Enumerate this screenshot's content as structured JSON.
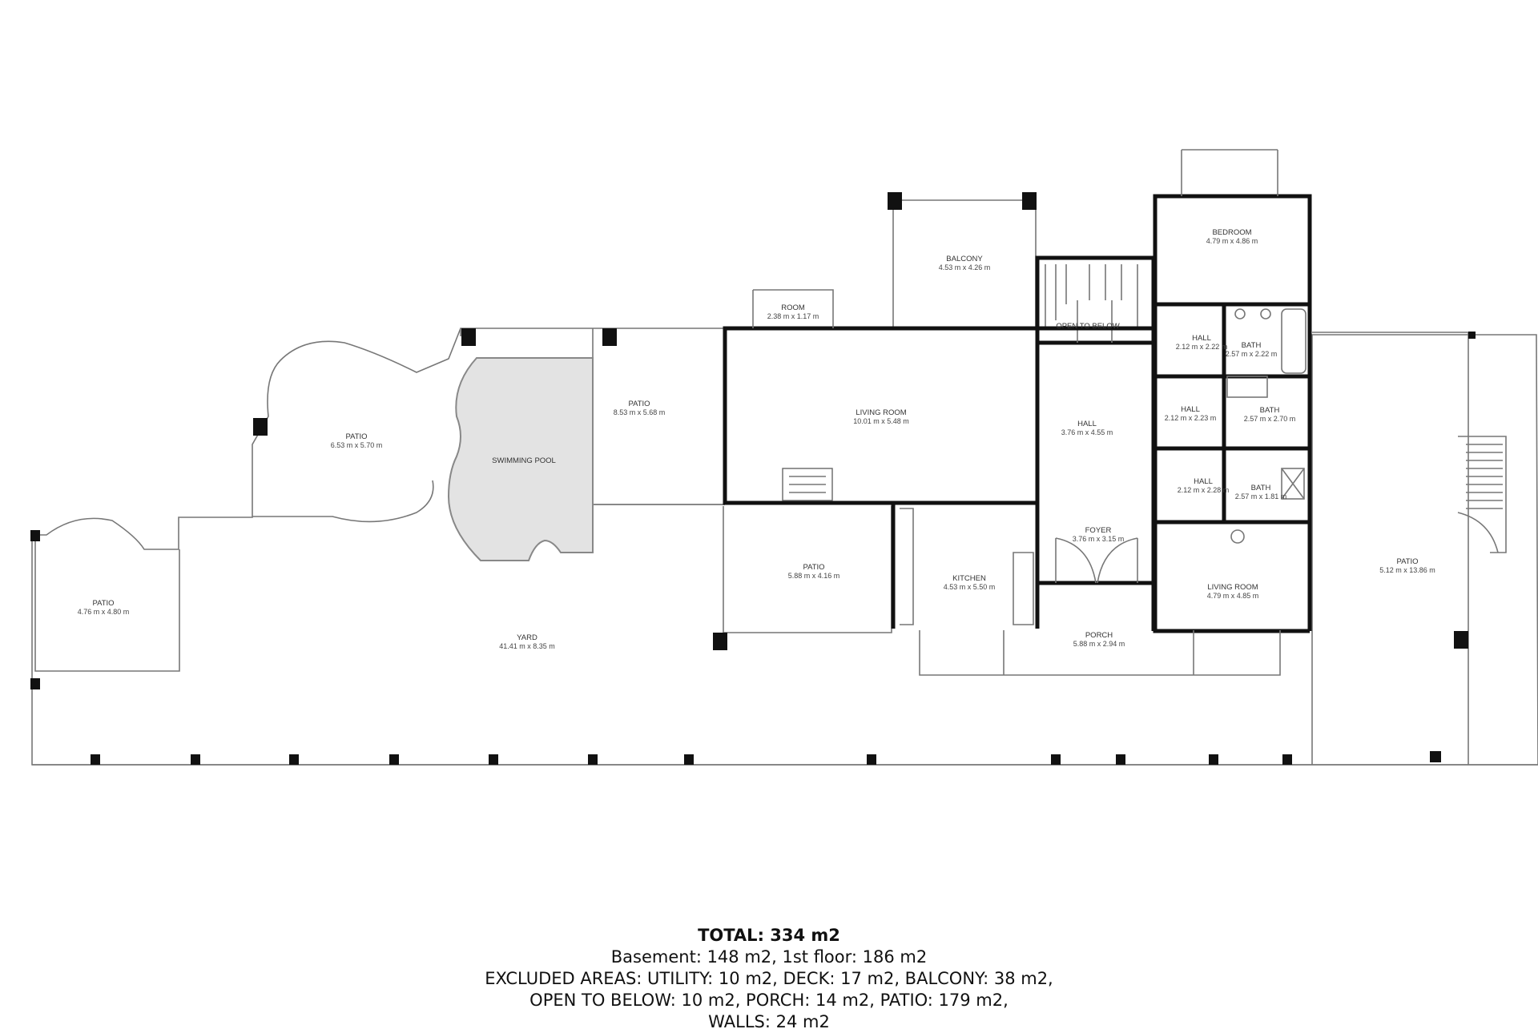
{
  "rooms": {
    "balcony": {
      "name": "BALCONY",
      "dim": "4.53 m x 4.26 m"
    },
    "bedroom": {
      "name": "BEDROOM",
      "dim": "4.79 m x 4.86 m"
    },
    "room": {
      "name": "ROOM",
      "dim": "2.38 m x 1.17 m"
    },
    "open_below": {
      "name": "OPEN TO BELOW",
      "dim": ""
    },
    "hall_1": {
      "name": "HALL",
      "dim": "2.12 m x 2.22 m"
    },
    "bath_1": {
      "name": "BATH",
      "dim": "2.57 m x 2.22 m"
    },
    "patio_a": {
      "name": "PATIO",
      "dim": "8.53 m x 5.68 m"
    },
    "patio_b": {
      "name": "PATIO",
      "dim": "6.53 m x 5.70 m"
    },
    "living_1": {
      "name": "LIVING ROOM",
      "dim": "10.01 m x 5.48 m"
    },
    "hall_main": {
      "name": "HALL",
      "dim": "3.76 m x 4.55 m"
    },
    "hall_2": {
      "name": "HALL",
      "dim": "2.12 m x 2.23 m"
    },
    "bath_2": {
      "name": "BATH",
      "dim": "2.57 m x 2.70 m"
    },
    "pool": {
      "name": "SWIMMING POOL",
      "dim": ""
    },
    "hall_3": {
      "name": "HALL",
      "dim": "2.12 m x 2.28 m"
    },
    "bath_3": {
      "name": "BATH",
      "dim": "2.57 m x 1.81 m"
    },
    "foyer": {
      "name": "FOYER",
      "dim": "3.76 m x 3.15 m"
    },
    "patio_c": {
      "name": "PATIO",
      "dim": "5.12 m x 13.86 m"
    },
    "patio_d": {
      "name": "PATIO",
      "dim": "5.88 m x 4.16 m"
    },
    "kitchen": {
      "name": "KITCHEN",
      "dim": "4.53 m x 5.50 m"
    },
    "living_2": {
      "name": "LIVING ROOM",
      "dim": "4.79 m x 4.85 m"
    },
    "patio_e": {
      "name": "PATIO",
      "dim": "4.76 m x 4.80 m"
    },
    "porch": {
      "name": "PORCH",
      "dim": "5.88 m x 2.94 m"
    },
    "yard": {
      "name": "YARD",
      "dim": "41.41 m x 8.35 m"
    }
  },
  "summary": {
    "total": "TOTAL: 334 m2",
    "line1": "Basement: 148 m2, 1st floor: 186 m2",
    "line2": "EXCLUDED AREAS: UTILITY: 10 m2, DECK: 17 m2, BALCONY: 38 m2,",
    "line3": "OPEN TO BELOW: 10 m2, PORCH: 14 m2, PATIO: 179 m2,",
    "line4": "WALLS: 24 m2"
  }
}
